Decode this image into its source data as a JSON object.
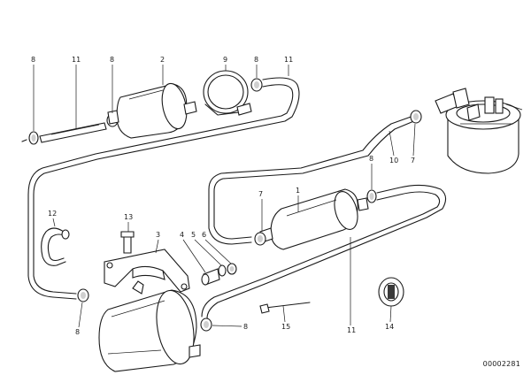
{
  "diagram": {
    "reference_code": "00002281",
    "callouts": [
      {
        "id": "c-8a",
        "label": "8"
      },
      {
        "id": "c-11a",
        "label": "11"
      },
      {
        "id": "c-8b",
        "label": "8"
      },
      {
        "id": "c-2",
        "label": "2"
      },
      {
        "id": "c-9",
        "label": "9"
      },
      {
        "id": "c-8c",
        "label": "8"
      },
      {
        "id": "c-11b",
        "label": "11"
      },
      {
        "id": "c-10",
        "label": "10"
      },
      {
        "id": "c-7a",
        "label": "7"
      },
      {
        "id": "c-8d",
        "label": "8"
      },
      {
        "id": "c-1",
        "label": "1"
      },
      {
        "id": "c-7b",
        "label": "7"
      },
      {
        "id": "c-12",
        "label": "12"
      },
      {
        "id": "c-13",
        "label": "13"
      },
      {
        "id": "c-3",
        "label": "3"
      },
      {
        "id": "c-4",
        "label": "4"
      },
      {
        "id": "c-5",
        "label": "5"
      },
      {
        "id": "c-6",
        "label": "6"
      },
      {
        "id": "c-8e",
        "label": "8"
      },
      {
        "id": "c-8f",
        "label": "8"
      },
      {
        "id": "c-15",
        "label": "15"
      },
      {
        "id": "c-11c",
        "label": "11"
      },
      {
        "id": "c-14",
        "label": "14"
      }
    ]
  }
}
